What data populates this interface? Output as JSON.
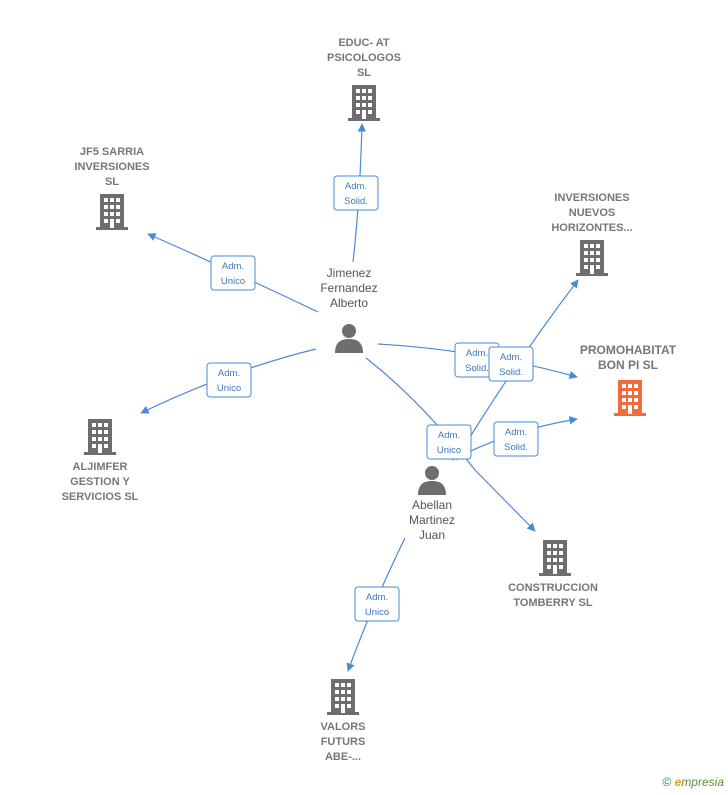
{
  "colors": {
    "edge": "#4a8ad4",
    "building": "#6e6e6e",
    "building_highlight": "#f26b3a",
    "person": "#6e6e6e"
  },
  "nodes": [
    {
      "id": "educ",
      "kind": "company",
      "lines": [
        "EDUC- AT",
        "PSICOLOGOS",
        "SL"
      ],
      "icon": "building-icon"
    },
    {
      "id": "jf5",
      "kind": "company",
      "lines": [
        "JF5 SARRIA",
        "INVERSIONES",
        "SL"
      ],
      "icon": "building-icon"
    },
    {
      "id": "inversiones",
      "kind": "company",
      "lines": [
        "INVERSIONES",
        "NUEVOS",
        "HORIZONTES..."
      ],
      "icon": "building-icon"
    },
    {
      "id": "promohabitat",
      "kind": "company",
      "highlight": true,
      "lines": [
        "PROMOHABITAT",
        "BON PI  SL"
      ],
      "icon": "building-icon"
    },
    {
      "id": "jimenez",
      "kind": "person",
      "lines": [
        "Jimenez",
        "Fernandez",
        "Alberto"
      ],
      "icon": "person-icon"
    },
    {
      "id": "aljimfer",
      "kind": "company",
      "lines": [
        "ALJIMFER",
        "GESTION Y",
        "SERVICIOS  SL"
      ],
      "icon": "building-icon"
    },
    {
      "id": "abellan",
      "kind": "person",
      "lines": [
        "Abellan",
        "Martinez",
        "Juan"
      ],
      "icon": "person-icon"
    },
    {
      "id": "construccion",
      "kind": "company",
      "lines": [
        "CONSTRUCCION",
        "TOMBERRY  SL"
      ],
      "icon": "building-icon"
    },
    {
      "id": "valors",
      "kind": "company",
      "lines": [
        "VALORS",
        "FUTURS",
        "ABE-..."
      ],
      "icon": "building-icon"
    }
  ],
  "edges": [
    {
      "from": "jimenez",
      "to": "educ",
      "label": [
        "Adm.",
        "Solid."
      ]
    },
    {
      "from": "jimenez",
      "to": "jf5",
      "label": [
        "Adm.",
        "Unico"
      ]
    },
    {
      "from": "jimenez",
      "to": "aljimfer",
      "label": [
        "Adm.",
        "Unico"
      ]
    },
    {
      "from": "jimenez",
      "to": "promohabitat",
      "label": [
        "Adm.",
        "Solid."
      ]
    },
    {
      "from": "jimenez",
      "to": "construccion",
      "label": [
        "Adm.",
        "Unico"
      ]
    },
    {
      "from": "abellan",
      "to": "inversiones",
      "label": [
        "Adm.",
        "Solid."
      ]
    },
    {
      "from": "abellan",
      "to": "promohabitat",
      "label": [
        "Adm.",
        "Solid."
      ]
    },
    {
      "from": "abellan",
      "to": "valors",
      "label": [
        "Adm.",
        "Unico"
      ]
    }
  ],
  "footer": {
    "copyright": "©",
    "brand_initial": "e",
    "brand_rest": "mpresia"
  }
}
